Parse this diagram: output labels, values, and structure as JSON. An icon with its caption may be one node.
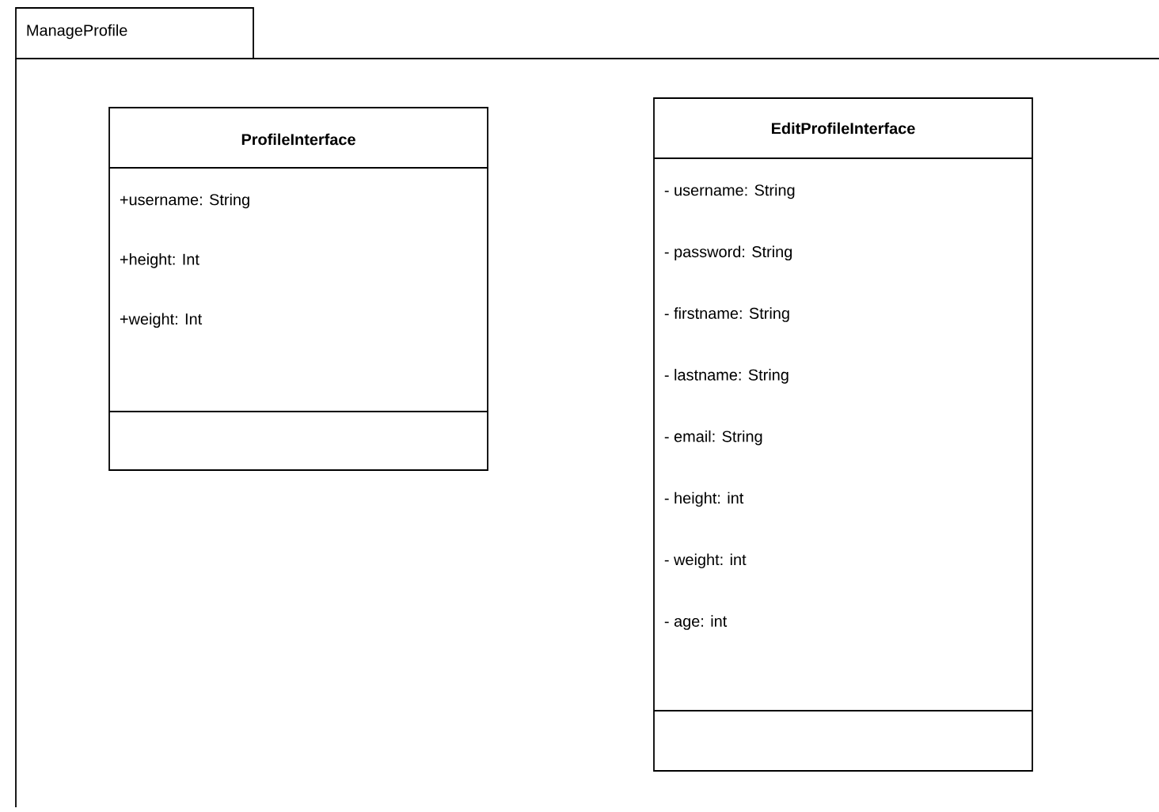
{
  "diagram": {
    "nodes": [
      {
        "text": [
          "ManageProfile"
        ]
      },
      {
        "text": [
          "ProfileInterface",
          "+username: String",
          "+height: Int",
          "+weight: Int"
        ],
        "in": 0
      },
      {
        "text": [
          "EditProfileInterface",
          "- username: String",
          "- password: String",
          "- firstname: String",
          "- lastname: String",
          "- email: String",
          "- height: int",
          "- weight: int",
          "- age: int"
        ],
        "in": 0
      }
    ]
  }
}
